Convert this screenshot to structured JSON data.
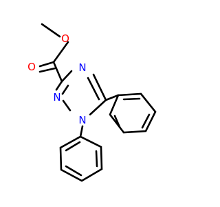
{
  "structure": {
    "atom_labels": {
      "carbonyl_oxygen": "O",
      "ester_oxygen": "O",
      "methyl": "",
      "ring_n1": "N",
      "ring_n2": "N",
      "ring_n4": "N"
    },
    "colors": {
      "oxygen": "#ff0000",
      "nitrogen": "#0000ff",
      "bond": "#000000",
      "background": "#ffffff"
    }
  }
}
